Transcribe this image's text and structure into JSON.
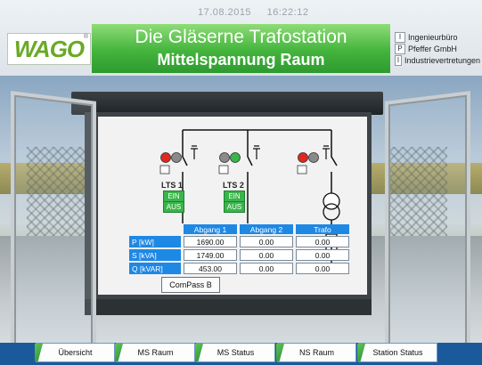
{
  "header": {
    "date": "17.08.2015",
    "time": "16:22:12",
    "logo_text": "WAGO",
    "logo_reg": "®",
    "title": "Die Gläserne Trafostation",
    "subtitle": "Mittelspannung Raum",
    "company": [
      {
        "letter": "I",
        "text": "Ingenieurbüro"
      },
      {
        "letter": "P",
        "text": "Pfeffer GmbH"
      },
      {
        "letter": "I",
        "text": "Industrievertretungen"
      }
    ]
  },
  "schematic": {
    "feeders": [
      {
        "label": "LTS 1",
        "ein": "EIN",
        "aus": "AUS"
      },
      {
        "label": "LTS 2",
        "ein": "EIN",
        "aus": "AUS"
      }
    ]
  },
  "measurements": {
    "columns": [
      "Abgang 1",
      "Abgang 2",
      "Trafo"
    ],
    "rows": [
      {
        "label": "P [kW]",
        "values": [
          "1690.00",
          "0.00",
          "0.00"
        ]
      },
      {
        "label": "S [kVA]",
        "values": [
          "1749.00",
          "0.00",
          "0.00"
        ]
      },
      {
        "label": "Q [kVAR]",
        "values": [
          "453.00",
          "0.00",
          "0.00"
        ]
      }
    ]
  },
  "compass_label": "ComPass B",
  "nav": [
    "Übersicht",
    "MS Raum",
    "MS Status",
    "NS Raum",
    "Station Status"
  ],
  "colors": {
    "accent_green": "#43b43c",
    "nav_blue": "#1b5a9a",
    "table_blue": "#1e88e5",
    "indicator_red": "#e0281e",
    "indicator_green": "#39b54a",
    "indicator_grey": "#8a8a8a"
  }
}
